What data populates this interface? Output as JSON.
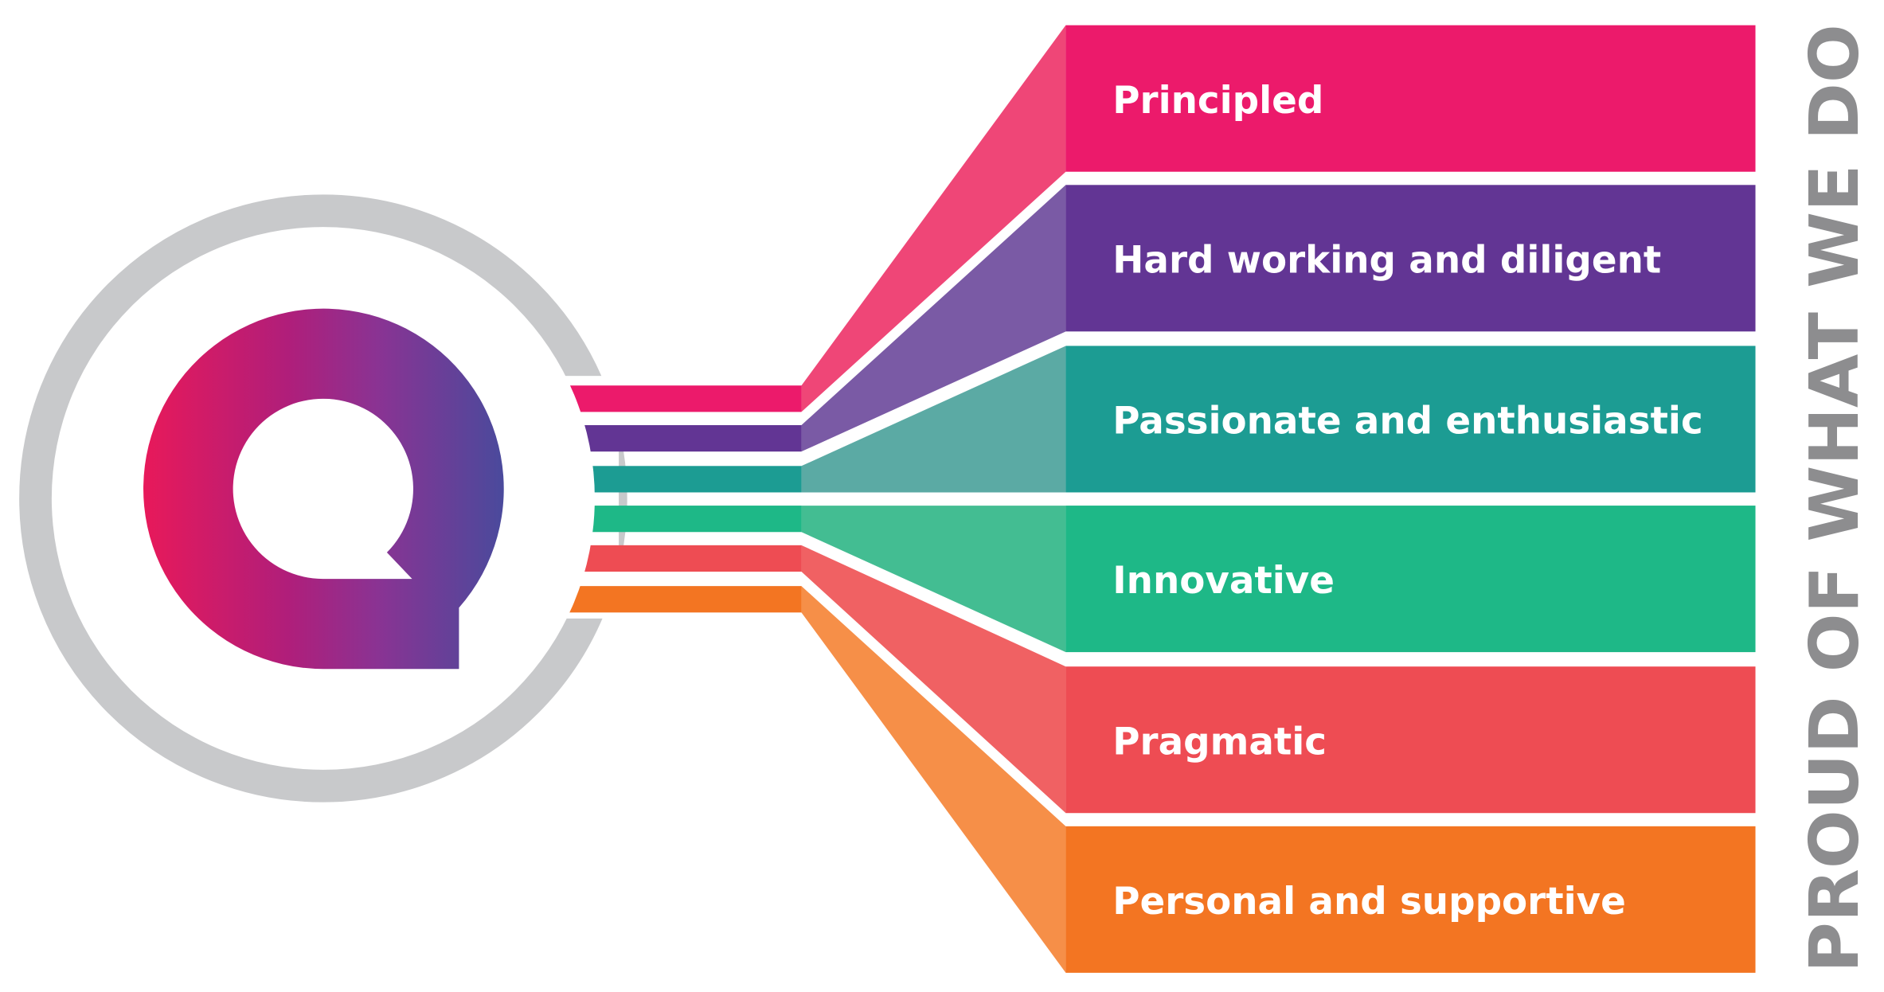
{
  "title_vertical": "PROUD OF WHAT WE DO",
  "logo": {
    "letter": "Q",
    "ring_color": "#c8c9cb",
    "gradient": [
      "#e8195a",
      "#b01e7a",
      "#8a3393",
      "#4a4a9c"
    ]
  },
  "values": [
    {
      "label": "Principled",
      "color": "#ec1a6b",
      "fan_color": "#ef4677"
    },
    {
      "label": "Hard working and diligent",
      "color": "#623594",
      "fan_color": "#7a5aa5"
    },
    {
      "label": "Passionate and enthusiastic",
      "color": "#1c9c93",
      "fan_color": "#5baaa4"
    },
    {
      "label": "Innovative",
      "color": "#1eb887",
      "fan_color": "#43bd92"
    },
    {
      "label": "Pragmatic",
      "color": "#ee4c53",
      "fan_color": "#f06163"
    },
    {
      "label": "Personal and supportive",
      "color": "#f37522",
      "fan_color": "#f68f48"
    }
  ]
}
